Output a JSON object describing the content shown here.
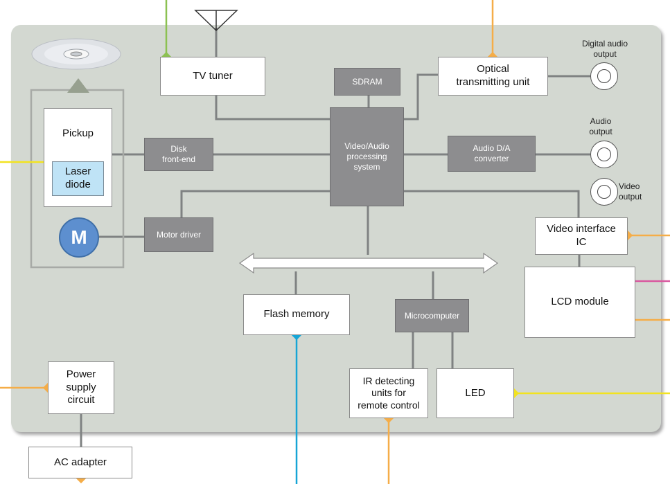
{
  "blocks": {
    "tv_tuner": "TV tuner",
    "sdram": "SDRAM",
    "optical": "Optical\ntransmitting unit",
    "pickup": "Pickup",
    "laser_diode": "Laser\ndiode",
    "disk_frontend": "Disk\nfront-end",
    "video_audio": "Video/Audio\nprocessing\nsystem",
    "audio_da": "Audio D/A\nconverter",
    "motor": "M",
    "motor_driver": "Motor driver",
    "video_interface": "Video interface\nIC",
    "lcd_module": "LCD module",
    "flash_memory": "Flash memory",
    "microcomputer": "Microcomputer",
    "ir_detecting": "IR detecting\nunits for\nremote control",
    "led": "LED",
    "power_supply": "Power\nsupply\ncircuit",
    "ac_adapter": "AC adapter"
  },
  "outputs": {
    "digital_audio": "Digital audio\noutput",
    "audio": "Audio\noutput",
    "video": "Video\noutput"
  },
  "colors": {
    "panel": "#d3d8d1",
    "wire": "#7f8282",
    "chip": "#8d8d8f",
    "green": "#8cc152",
    "orange": "#f5ad48",
    "yellow": "#f2e320",
    "cyan": "#16a5d6",
    "magenta": "#d9589f",
    "motor": "#5d8fcf",
    "laser": "#bfe3f6"
  }
}
